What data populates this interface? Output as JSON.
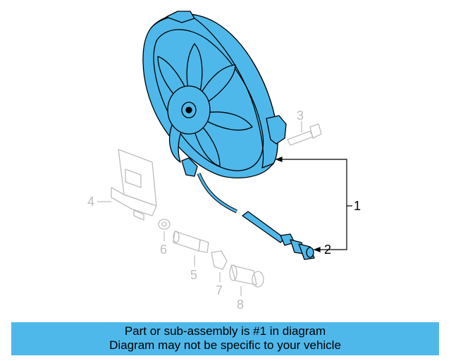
{
  "callouts": {
    "c1": "1",
    "c2": "2",
    "c3": "3",
    "c4": "4",
    "c5": "5",
    "c6": "6",
    "c7": "7",
    "c8": "8"
  },
  "banner": {
    "line1": "Part or sub-assembly is #1 in diagram",
    "line2": "Diagram may not be specific to your vehicle"
  },
  "colors": {
    "highlight": "#4fb8ea",
    "line": "#000000",
    "faded": "#bdbdbd"
  }
}
